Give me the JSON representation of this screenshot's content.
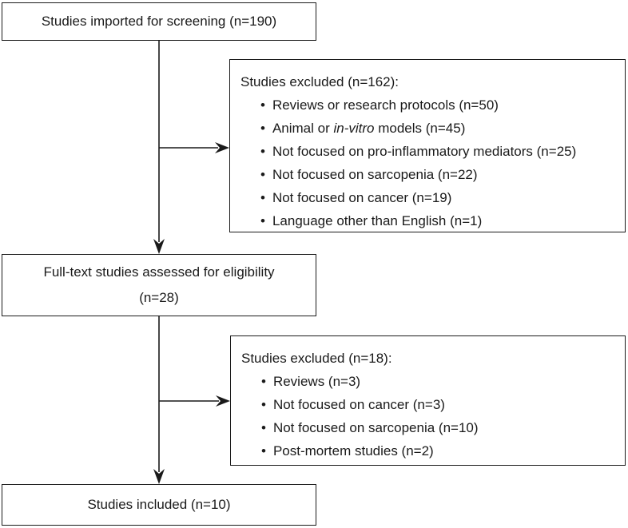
{
  "diagram": {
    "imported": {
      "label": "Studies imported for screening (n=190)"
    },
    "excluded_screening": {
      "title": "Studies excluded (n=162):",
      "items": [
        {
          "t1": "Reviews or research protocols (n=50)"
        },
        {
          "t1": "Animal or ",
          "i": "in-vitro",
          "t2": " models (n=45)"
        },
        {
          "t1": "Not focused on pro-inflammatory mediators (n=25)"
        },
        {
          "t1": "Not focused on sarcopenia (n=22)"
        },
        {
          "t1": "Not focused on cancer (n=19)"
        },
        {
          "t1": "Language other than English (n=1)"
        }
      ]
    },
    "fulltext": {
      "line1": "Full-text studies assessed for eligibility",
      "line2": "(n=28)"
    },
    "excluded_fulltext": {
      "title": "Studies excluded (n=18):",
      "items": [
        {
          "t1": "Reviews (n=3)"
        },
        {
          "t1": "Not focused on cancer (n=3)"
        },
        {
          "t1": "Not focused on sarcopenia (n=10)"
        },
        {
          "t1": "Post-mortem studies (n=2)"
        }
      ]
    },
    "included": {
      "label": "Studies included (n=10)"
    },
    "colors": {
      "line": "#1a1a1a",
      "text": "#1a1a1a",
      "background": "#ffffff"
    }
  }
}
